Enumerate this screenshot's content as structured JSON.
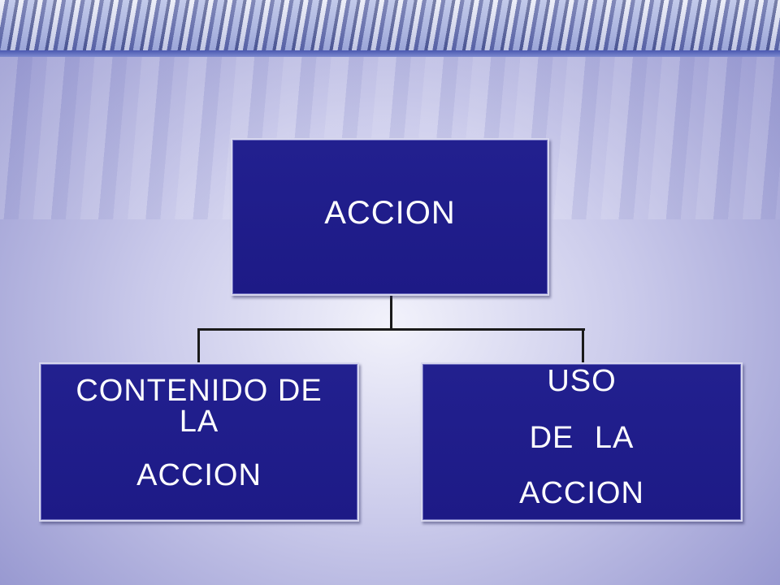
{
  "diagram": {
    "root": {
      "label": "ACCION"
    },
    "children": [
      {
        "lines": [
          "CONTENIDO DE",
          "LA",
          "ACCION"
        ]
      },
      {
        "lines": [
          "USO",
          "DE   LA",
          "ACCION"
        ]
      }
    ]
  },
  "colors": {
    "box_fill": "#22208f",
    "box_border": "#d7d7ee",
    "text": "#ffffff",
    "connector": "#1a1a1a"
  }
}
